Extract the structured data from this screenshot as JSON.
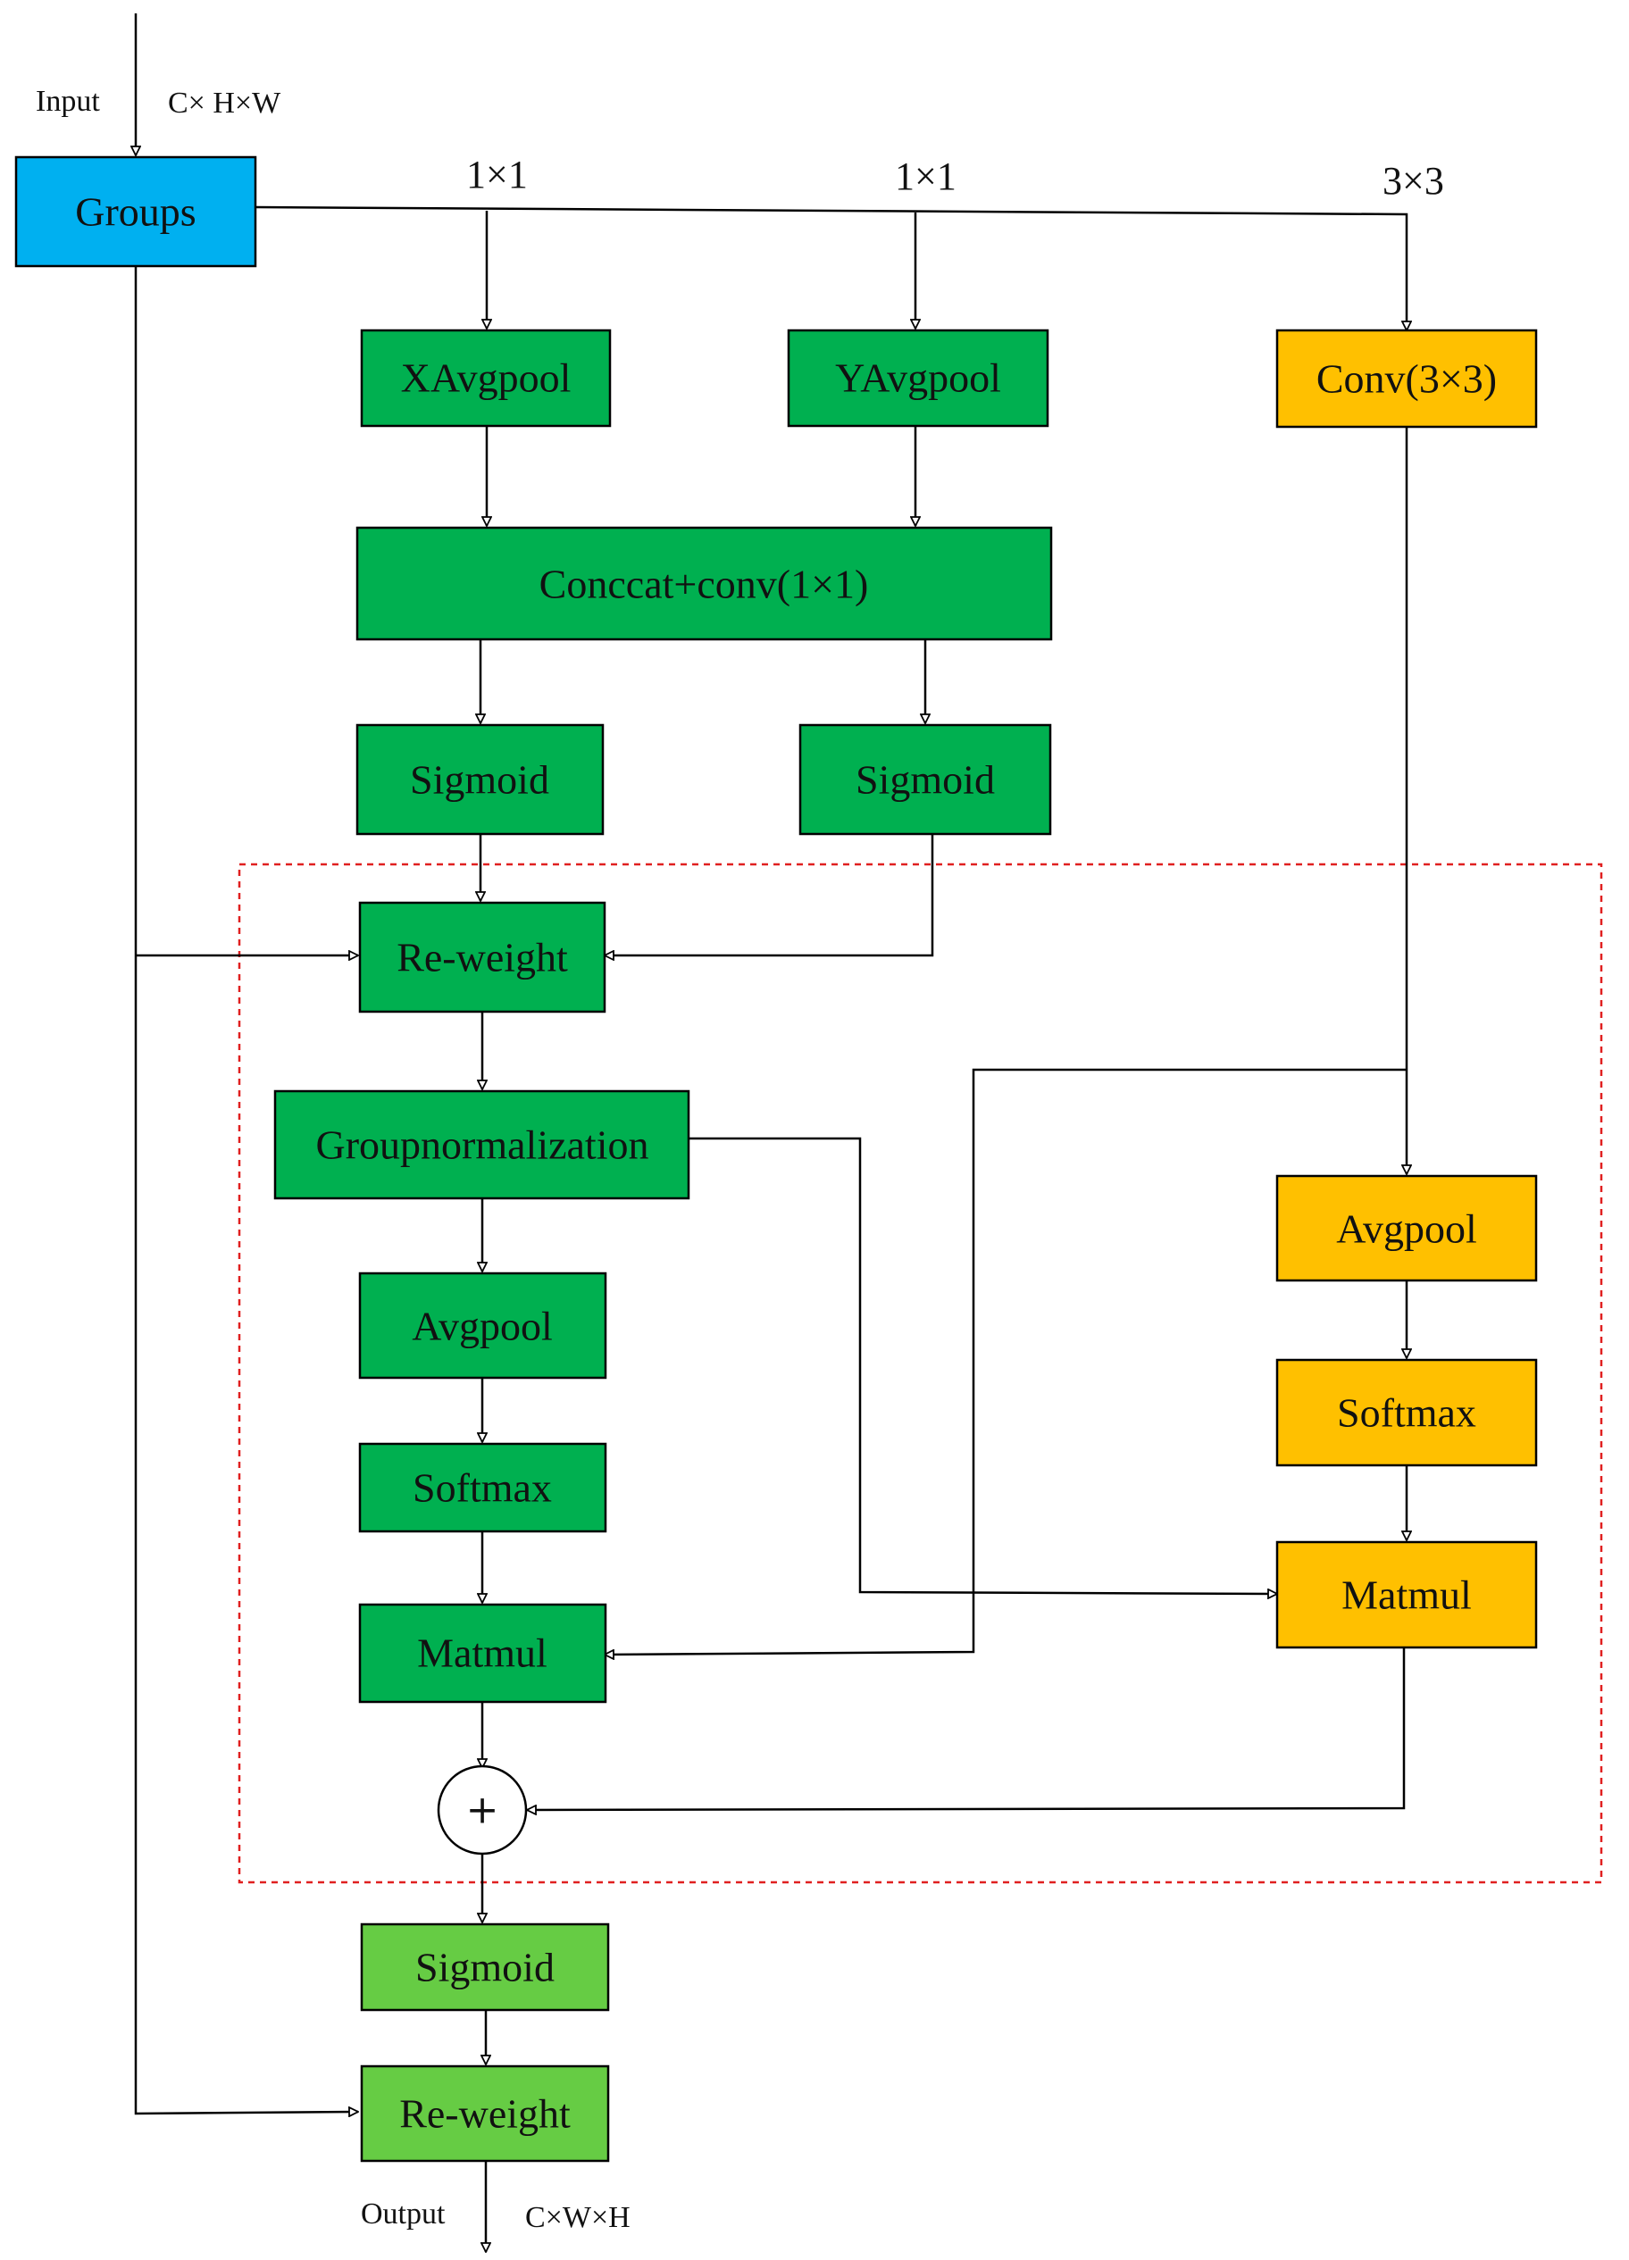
{
  "input": {
    "label": "Input",
    "shape": "C× H×W"
  },
  "output": {
    "label": "Output",
    "shape": "C×W×H"
  },
  "branches": {
    "x_kernel": "1×1",
    "y_kernel": "1×1",
    "conv_kernel": "3×3"
  },
  "colors": {
    "groups": "#00B0F0",
    "green_dark": "#00B050",
    "green_light": "#66CC44",
    "orange": "#FFC000",
    "dashed_region": "#E02020"
  },
  "nodes": {
    "groups": "Groups",
    "xavgpool": "XAvgpool",
    "yavgpool": "YAvgpool",
    "conv3": "Conv(3×3)",
    "concat": "Conccat+conv(1×1)",
    "sigmoid_left": "Sigmoid",
    "sigmoid_right": "Sigmoid",
    "reweight_inner": "Re-weight",
    "groupnorm": "Groupnormalization",
    "avgpool_left": "Avgpool",
    "softmax_left": "Softmax",
    "matmul_left": "Matmul",
    "avgpool_right": "Avgpool",
    "softmax_right": "Softmax",
    "matmul_right": "Matmul",
    "add": "+",
    "sigmoid_out": "Sigmoid",
    "reweight_out": "Re-weight"
  }
}
